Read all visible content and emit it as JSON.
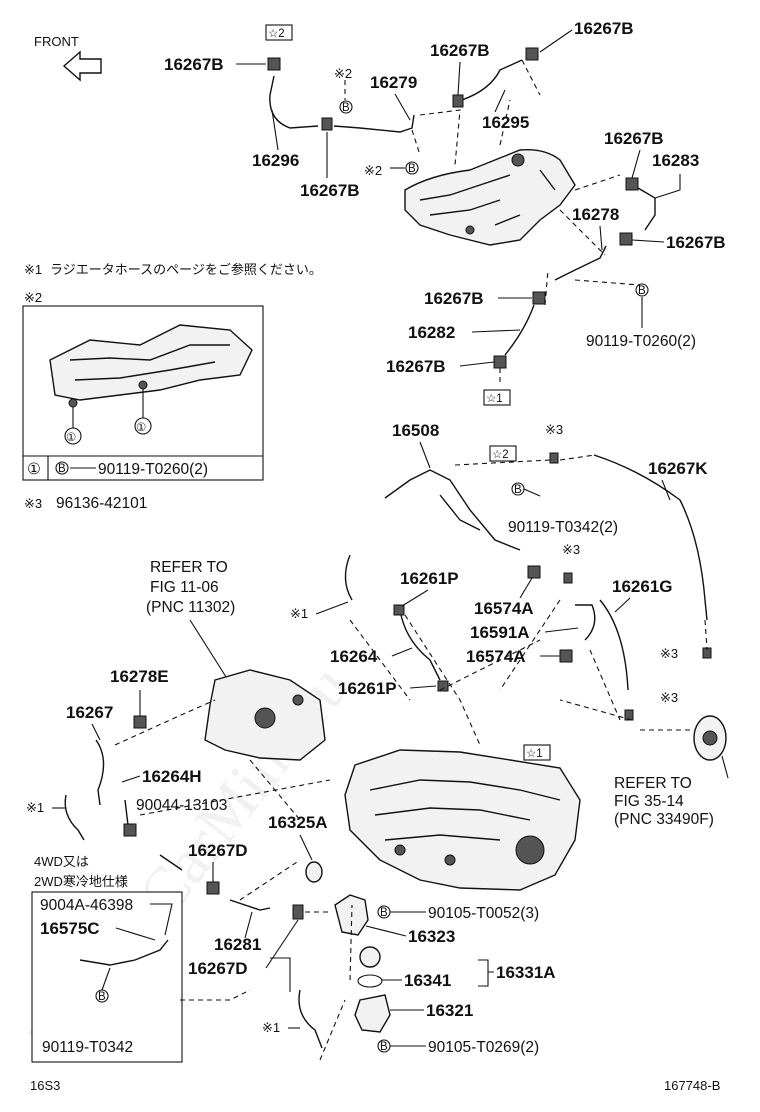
{
  "header": {
    "front_label": "FRONT"
  },
  "notes": {
    "note1_mark": "※1",
    "note1_text": "ラジエータホースのページをご参照ください。",
    "note2_mark": "※2",
    "note3_mark": "※3",
    "note3_text": "96136-42101"
  },
  "inset": {
    "legend_symbol": "①",
    "legend_text": "90119-T0260(2)",
    "callout_symbol": "①"
  },
  "markers": {
    "star1": "☆1",
    "star2": "☆2",
    "bolt": "B"
  },
  "labels": {
    "p16267B_a": "16267B",
    "p16267B_b": "16267B",
    "p16267B_c": "16267B",
    "p16267B_d": "16267B",
    "p16267B_e": "16267B",
    "p16267B_f": "16267B",
    "p16267B_g": "16267B",
    "p16267B_h": "16267B",
    "p16279": "16279",
    "p16295": "16295",
    "p16296": "16296",
    "p16283": "16283",
    "p16278": "16278",
    "p16282": "16282",
    "p90119_t0260": "90119-T0260(2)",
    "p16508": "16508",
    "p16267K": "16267K",
    "p90119_t0342_2": "90119-T0342(2)",
    "p16261P_a": "16261P",
    "p16261P_b": "16261P",
    "p16261G": "16261G",
    "p16574A_a": "16574A",
    "p16574A_b": "16574A",
    "p16591A": "16591A",
    "p16264": "16264",
    "p16278E": "16278E",
    "p16267": "16267",
    "p16264H": "16264H",
    "p90044_13103": "90044-13103",
    "p16325A": "16325A",
    "p16267D_a": "16267D",
    "p16267D_b": "16267D",
    "p16281": "16281",
    "p90105_t0052": "90105-T0052(3)",
    "p16323": "16323",
    "p16341": "16341",
    "p16331A": "16331A",
    "p16321": "16321",
    "p90105_t0269": "90105-T0269(2)",
    "refer1_l1": "REFER TO",
    "refer1_l2": "FIG 11-06",
    "refer1_l3": "(PNC 11302)",
    "refer2_l1": "REFER TO",
    "refer2_l2": "FIG 35-14",
    "refer2_l3": "(PNC 33490F)",
    "box_title_l1": "4WD又は",
    "box_title_l2": "2WD寒冷地仕様",
    "box_p9004A": "9004A-46398",
    "box_p16575C": "16575C",
    "box_p90119": "90119-T0342"
  },
  "footer": {
    "left_code": "16S3",
    "right_code": "167748-B"
  },
  "watermark": "ToyotaCarMine.ru"
}
